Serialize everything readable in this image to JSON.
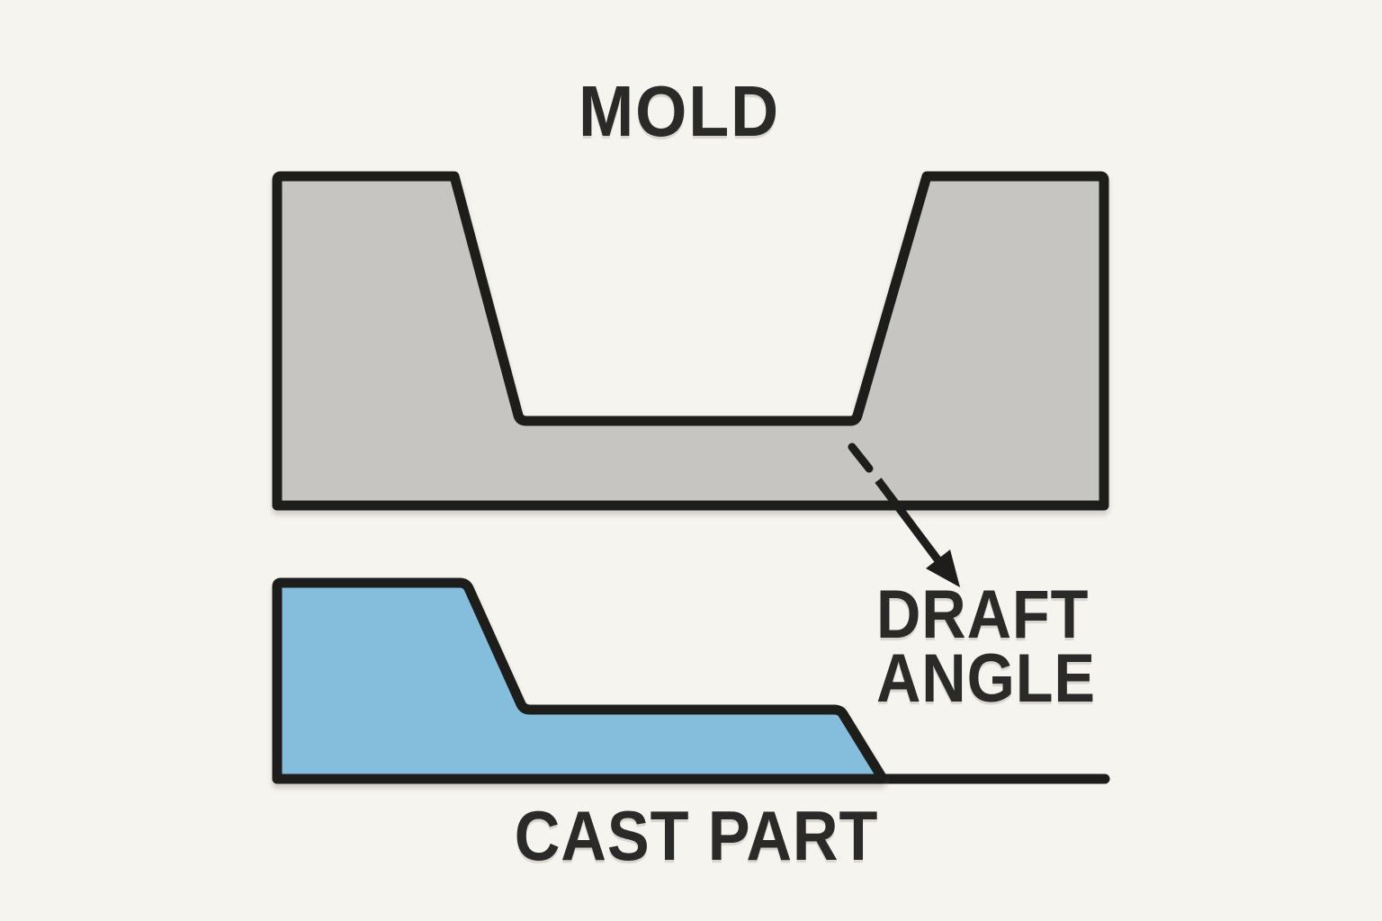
{
  "labels": {
    "mold": "MOLD",
    "cast_part": "CAST PART",
    "draft_angle_line1": "DRAFT",
    "draft_angle_line2": "ANGLE"
  },
  "colors": {
    "background": "#f6f4ef",
    "mold_fill": "#c7c5c2",
    "cast_fill": "#85bedd",
    "outline": "#1d1d1b",
    "text": "#2a2a28"
  }
}
